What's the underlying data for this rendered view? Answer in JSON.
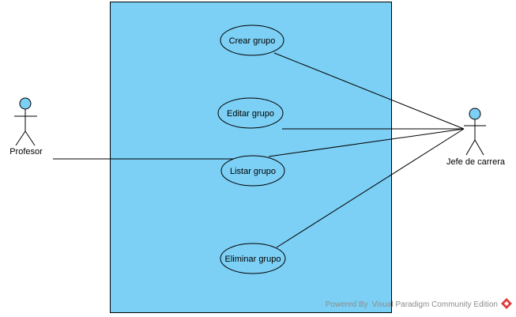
{
  "colors": {
    "system_fill": "#7cd0f5",
    "actor_head_fill": "#7cd0f5",
    "stroke": "#000000",
    "watermark_text": "#8c8c8c",
    "watermark_logo": "#e03c3c"
  },
  "use_cases": [
    {
      "label": "Crear grupo"
    },
    {
      "label": "Editar grupo"
    },
    {
      "label": "Listar grupo"
    },
    {
      "label": "Eliminar grupo"
    }
  ],
  "actors": [
    {
      "label": "Profesor"
    },
    {
      "label": "Jefe de carrera"
    }
  ],
  "watermark": {
    "text": "Powered By Visual Paradigm Community Edition",
    "logo_icon": "visual-paradigm-logo-icon"
  }
}
